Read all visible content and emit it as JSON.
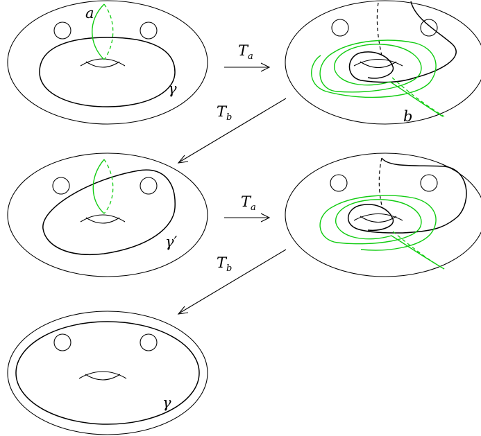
{
  "labels": {
    "a": "a",
    "b": "b",
    "gamma": "γ",
    "gamma_prime": "γ′",
    "twist_a": {
      "main": "T",
      "sub": "a"
    },
    "twist_b": {
      "main": "T",
      "sub": "b"
    }
  },
  "colors": {
    "ink": "#000000",
    "curve_highlight": "#11cc11",
    "background": "#ffffff"
  }
}
